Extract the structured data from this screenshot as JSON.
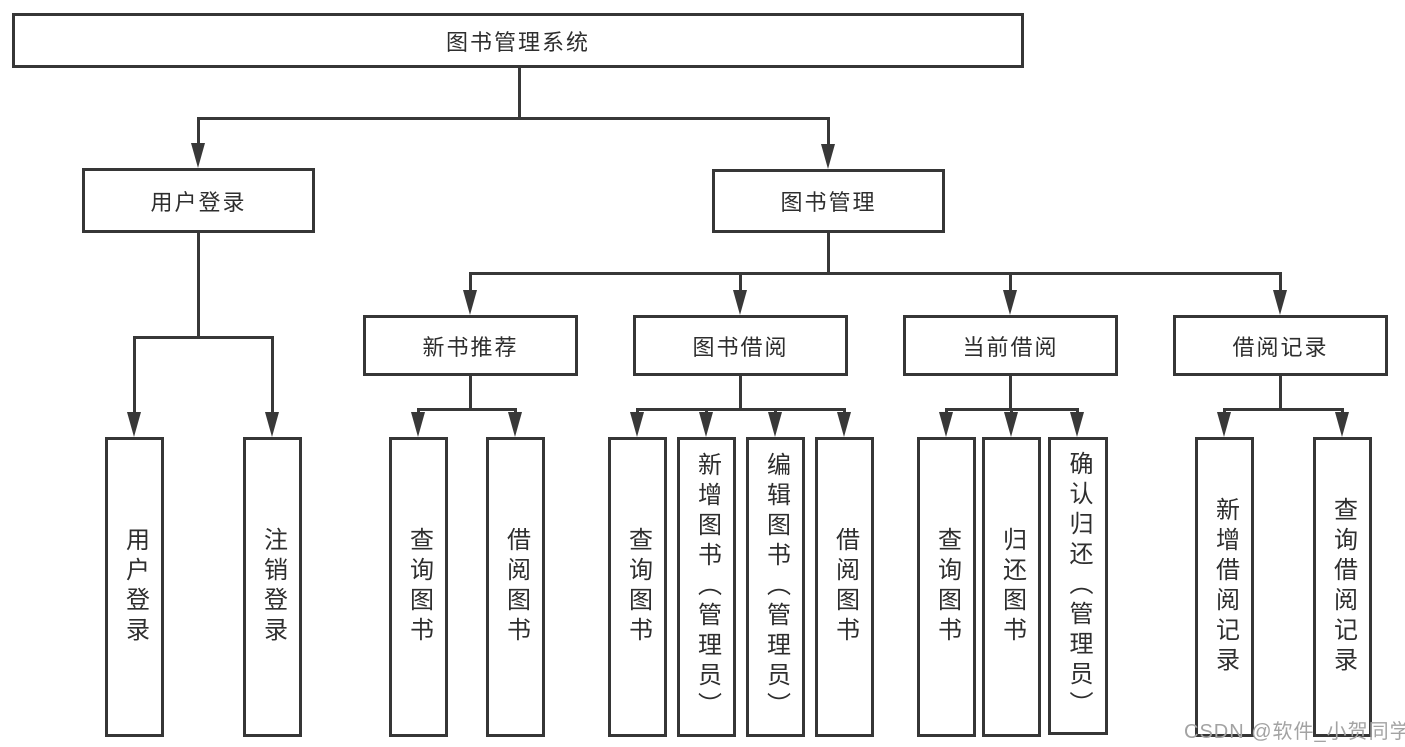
{
  "tree": {
    "root": {
      "label": "图书管理系统"
    },
    "branches": [
      {
        "label": "用户登录",
        "children": [
          {
            "label": "用户登录"
          },
          {
            "label": "注销登录"
          }
        ]
      },
      {
        "label": "图书管理",
        "children": [
          {
            "label": "新书推荐",
            "children": [
              {
                "label": "查询图书"
              },
              {
                "label": "借阅图书"
              }
            ]
          },
          {
            "label": "图书借阅",
            "children": [
              {
                "label": "查询图书"
              },
              {
                "label": "新增图书（管理员）"
              },
              {
                "label": "编辑图书（管理员）"
              },
              {
                "label": "借阅图书"
              }
            ]
          },
          {
            "label": "当前借阅",
            "children": [
              {
                "label": "查询图书"
              },
              {
                "label": "归还图书"
              },
              {
                "label": "确认归还（管理员）"
              }
            ]
          },
          {
            "label": "借阅记录",
            "children": [
              {
                "label": "新增借阅记录"
              },
              {
                "label": "查询借阅记录"
              }
            ]
          }
        ]
      }
    ]
  },
  "watermark": {
    "text": "CSDN @软件_小贺同学"
  },
  "colors": {
    "line": "#383838",
    "box_border": "#363636",
    "text": "#2e2e2e",
    "watermark": "#a3a3a3",
    "background": "#ffffff"
  }
}
